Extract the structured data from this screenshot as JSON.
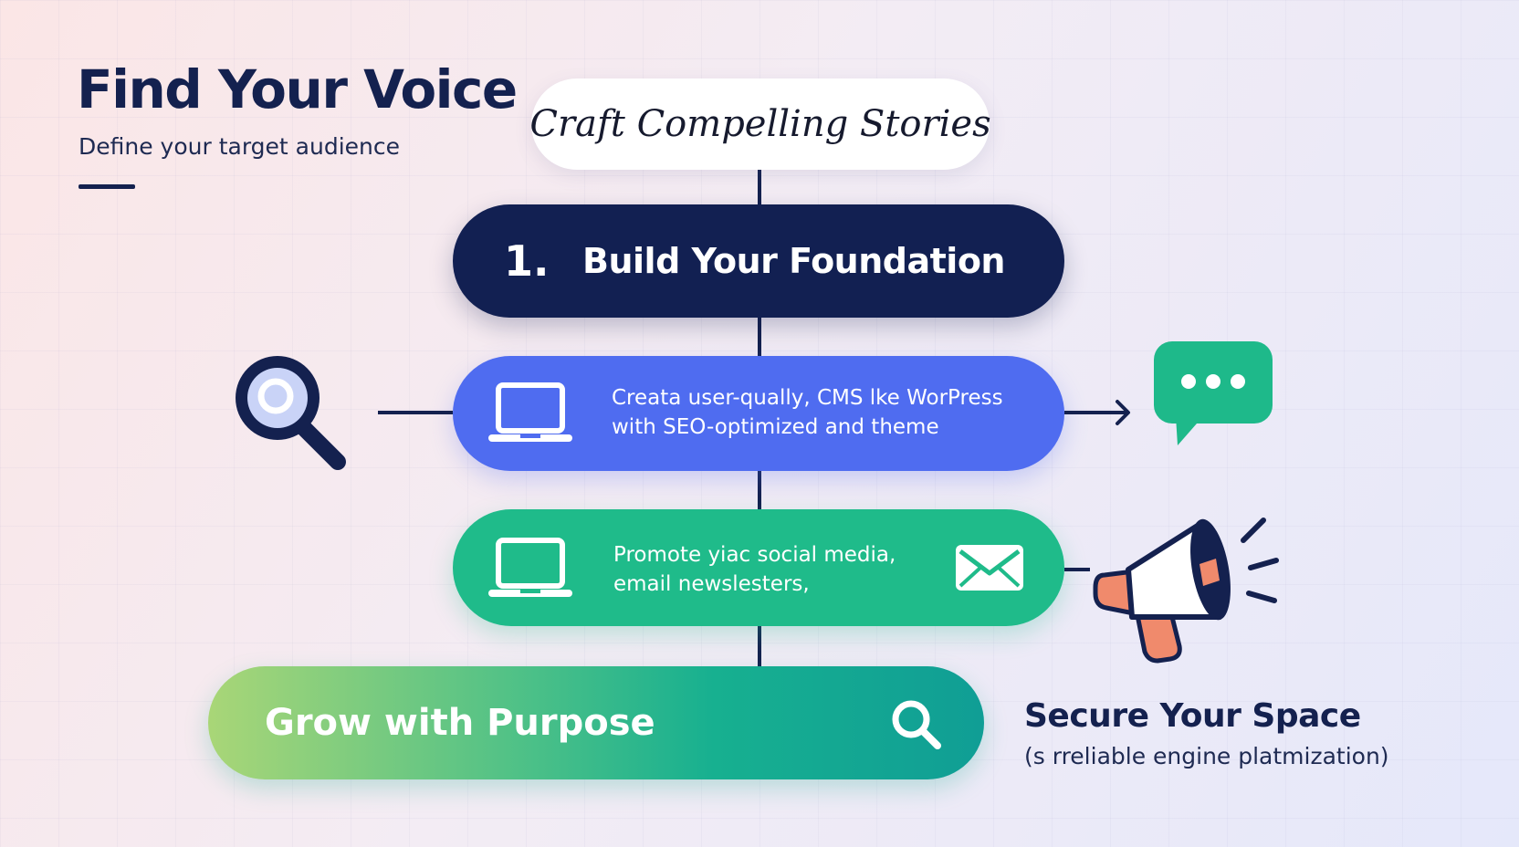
{
  "header": {
    "title": "Find Your Voice",
    "subtitle": "Define your target audience"
  },
  "steps": {
    "top_label": "Craft Compelling Stories",
    "foundation": {
      "number": "1.",
      "label": "Build Your Foundation"
    },
    "cms": {
      "line1": "Creata user-qually, CMS lke WorPress",
      "line2": "with SEO-optimized and theme"
    },
    "promote": {
      "line1": "Promote yiac social media,",
      "line2": "email newslesters,"
    },
    "grow": {
      "label": "Grow with Purpose"
    }
  },
  "side": {
    "title": "Secure Your Space",
    "subtitle": "(s rreliable engine platmization)"
  },
  "icons": {
    "magnifier": "magnifier-icon",
    "laptop": "laptop-icon",
    "chat": "chat-bubble-icon",
    "envelope": "envelope-icon",
    "megaphone": "megaphone-icon",
    "search": "search-icon"
  },
  "colors": {
    "navy": "#122052",
    "blue": "#4f6cf0",
    "green": "#1fbb8a",
    "chat_green": "#1eb98a",
    "megaphone_orange": "#f08a6c"
  }
}
